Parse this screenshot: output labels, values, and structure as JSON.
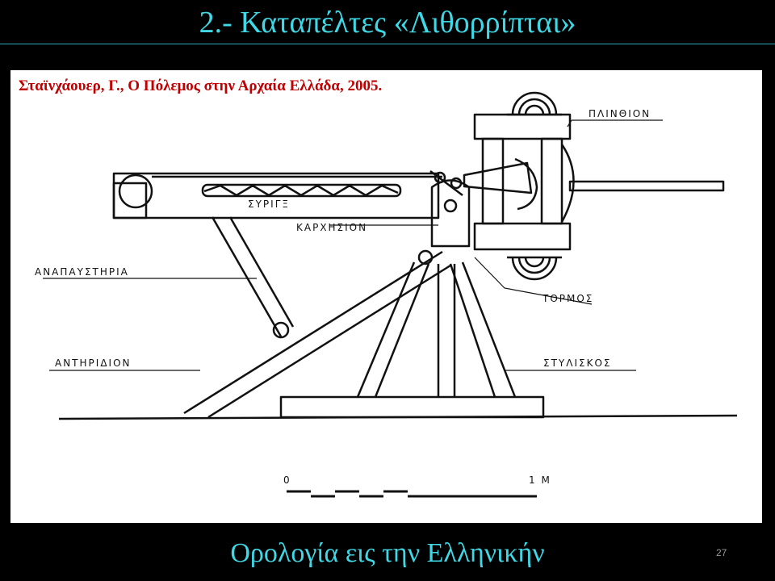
{
  "slide": {
    "title": "2.- Καταπέλτες «Λιθορρίπται»",
    "footer": "Ορολογία εις την Ελληνικήν",
    "page_number": "27"
  },
  "figure": {
    "citation": "Σταϊνχάουερ, Γ., Ο Πόλεμος στην Αρχαία Ελλάδα, 2005.",
    "labels": {
      "plinthion": "ΠΛΙΝΘΙΟΝ",
      "syrigx": "ΣΥΡΙΓΞ",
      "karchesion": "ΚΑΡΧΗΣΙΟΝ",
      "anapaustiria": "ΑΝΑΠΑΥΣΤΗΡΙΑ",
      "tormos": "ΤΟΡΜΟΣ",
      "antiridion": "ΑΝΤΗΡΙΔΙΟΝ",
      "styliskos": "ΣΤΥΛΙΣΚΟΣ"
    },
    "scale": {
      "start": "0",
      "end": "1 M"
    }
  }
}
